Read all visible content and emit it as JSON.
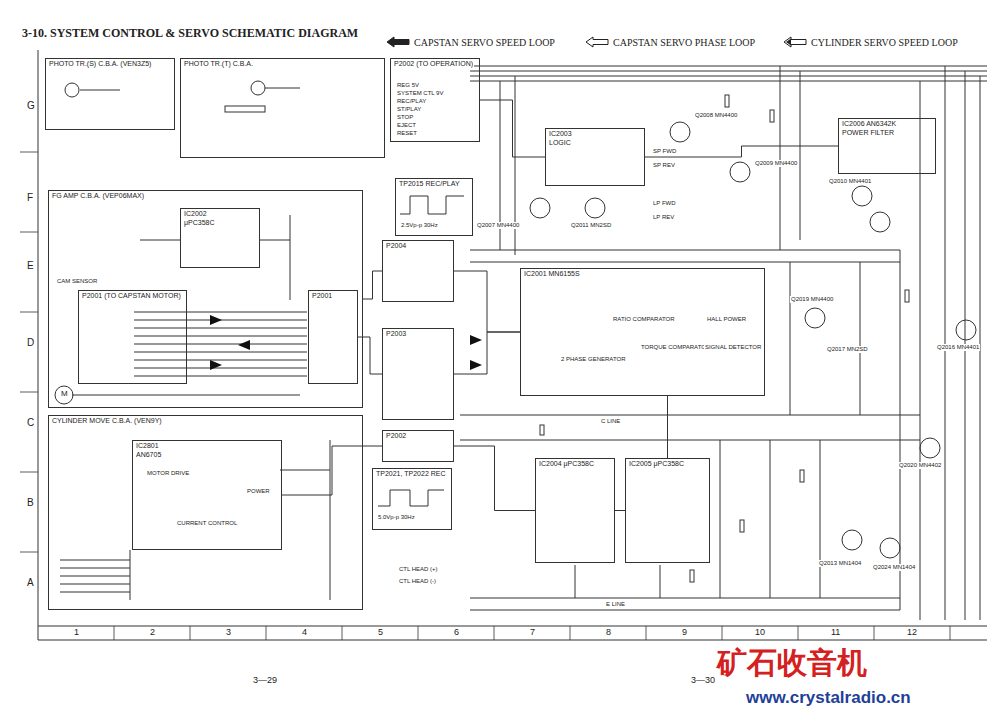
{
  "diagram": {
    "title": "3-10. SYSTEM CONTROL & SERVO SCHEMATIC DIAGRAM",
    "nodes": [
      {
        "text": [
          "PHOTO TR.(S) C.B.A. (VEN3Z5)"
        ]
      },
      {
        "text": [
          "PHOTO TR.(T) C.B.A."
        ]
      },
      {
        "text": [
          "FG AMP C.B.A. (VEP06MAX)"
        ]
      },
      {
        "text": [
          "IC2002",
          "μPC358C"
        ],
        "in": 2
      },
      {
        "text": [
          "P2001 (TO CAPSTAN MOTOR)"
        ],
        "in": 2
      },
      {
        "text": [
          "P2001"
        ],
        "in": 2
      },
      {
        "text": [
          "CYLINDER MOVE C.B.A. (VEN9Y)"
        ]
      },
      {
        "text": [
          "IC2801",
          "AN6705"
        ],
        "in": 6
      },
      {
        "text": [
          "P2002 (TO OPERATION)"
        ]
      },
      {
        "text": [
          "P2004"
        ]
      },
      {
        "text": [
          "P2003"
        ]
      },
      {
        "text": [
          "P2002"
        ]
      },
      {
        "text": [
          "IC2003",
          "LOGIC"
        ]
      },
      {
        "text": [
          "IC2001 MN6155S"
        ]
      },
      {
        "text": [
          "IC2004 μPC358C"
        ]
      },
      {
        "text": [
          "IC2005 μPC358C"
        ]
      },
      {
        "text": [
          "IC2006 AN6342K",
          "POWER FILTER"
        ]
      },
      {
        "text": [
          "TP2015 REC/PLAY"
        ]
      },
      {
        "text": [
          "TP2021, TP2022 REC"
        ]
      }
    ],
    "edges": [
      {
        "from": 2,
        "to": 9,
        "arrow": "none"
      },
      {
        "from": 5,
        "to": 10,
        "arrow": "none"
      },
      {
        "from": 7,
        "to": 11,
        "arrow": "none"
      },
      {
        "from": 9,
        "to": 13,
        "arrow": "none"
      },
      {
        "from": 10,
        "to": 13,
        "arrow": "none"
      },
      {
        "from": 11,
        "to": 14,
        "arrow": "none"
      },
      {
        "from": 8,
        "to": 12,
        "arrow": "none"
      },
      {
        "from": 12,
        "to": 16,
        "arrow": "none"
      },
      {
        "from": 14,
        "to": 15,
        "arrow": "none"
      },
      {
        "from": 13,
        "to": 15,
        "arrow": "none"
      }
    ],
    "labels": [
      "G",
      "F",
      "E",
      "D",
      "C",
      "B",
      "A",
      "1",
      "2",
      "3",
      "4",
      "5",
      "6",
      "7",
      "8",
      "9",
      "10",
      "11",
      "12",
      "3—29",
      "3—30",
      "矿石收音机",
      "www.crystalradio.cn",
      "CAM SENSOR",
      "M",
      "CTL HEAD (+)",
      "CTL HEAD (-)",
      "C LINE",
      "E LINE",
      "REG 5V",
      "SYSTEM CTL 9V",
      "REC/PLAY",
      "ST/PLAY",
      "STOP",
      "EJECT",
      "RESET",
      "2.5Vp-p 30Hz",
      "5.0Vp-p 30Hz",
      "Q2008 MN4400",
      "Q2009 MN4400",
      "Q2007 MN4400",
      "Q2011 MN2SD",
      "Q2010 MN4401",
      "Q2019 MN4400",
      "Q2017 MN2SD",
      "Q2016 MN4401",
      "Q2020 MN4402",
      "Q2013 MN1404",
      "Q2024 MN1404",
      "SP FWD",
      "SP REV",
      "LP FWD",
      "LP REV",
      "RATIO COMPARATOR",
      "HALL POWER",
      "2 PHASE GENERATOR",
      "TORQUE COMPARATOR",
      "SIGNAL DETECTOR",
      "POWER",
      "MOTOR DRIVE",
      "CURRENT CONTROL"
    ],
    "legend": [
      {
        "text": "CAPSTAN SERVO SPEED LOOP"
      },
      {
        "text": "CAPSTAN SERVO PHASE LOOP"
      },
      {
        "text": "CYLINDER SERVO SPEED LOOP"
      }
    ]
  }
}
